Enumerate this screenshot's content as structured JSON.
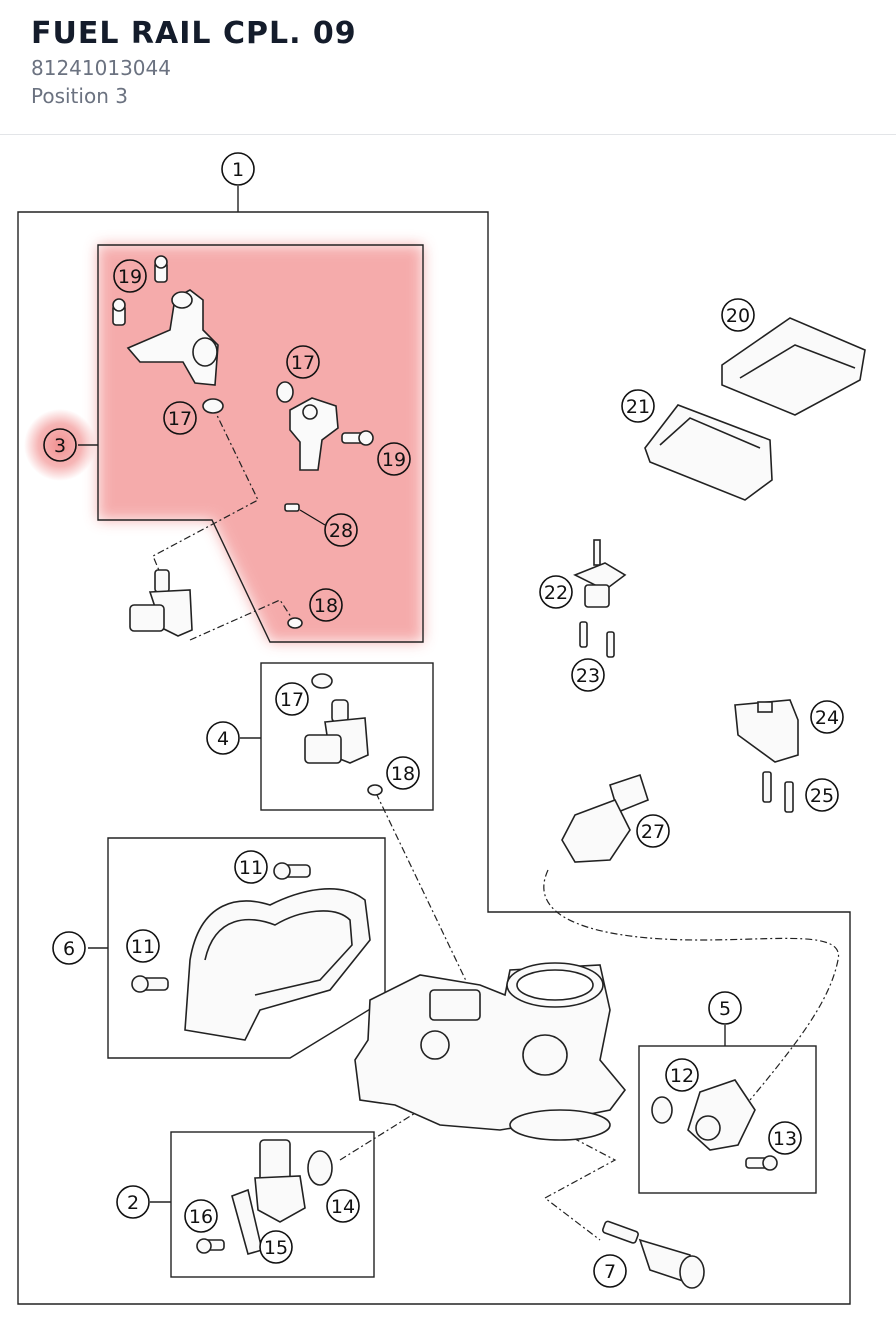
{
  "header": {
    "title": "FUEL RAIL CPL. 09",
    "part_number": "81241013044",
    "position": "Position 3"
  },
  "diagram": {
    "highlight_color": "#f4a3a3",
    "callouts": [
      "1",
      "3",
      "19",
      "19",
      "17",
      "17",
      "28",
      "18",
      "4",
      "17",
      "18",
      "6",
      "11",
      "11",
      "2",
      "16",
      "15",
      "14",
      "5",
      "12",
      "13",
      "7",
      "20",
      "21",
      "22",
      "23",
      "24",
      "25",
      "27"
    ]
  }
}
